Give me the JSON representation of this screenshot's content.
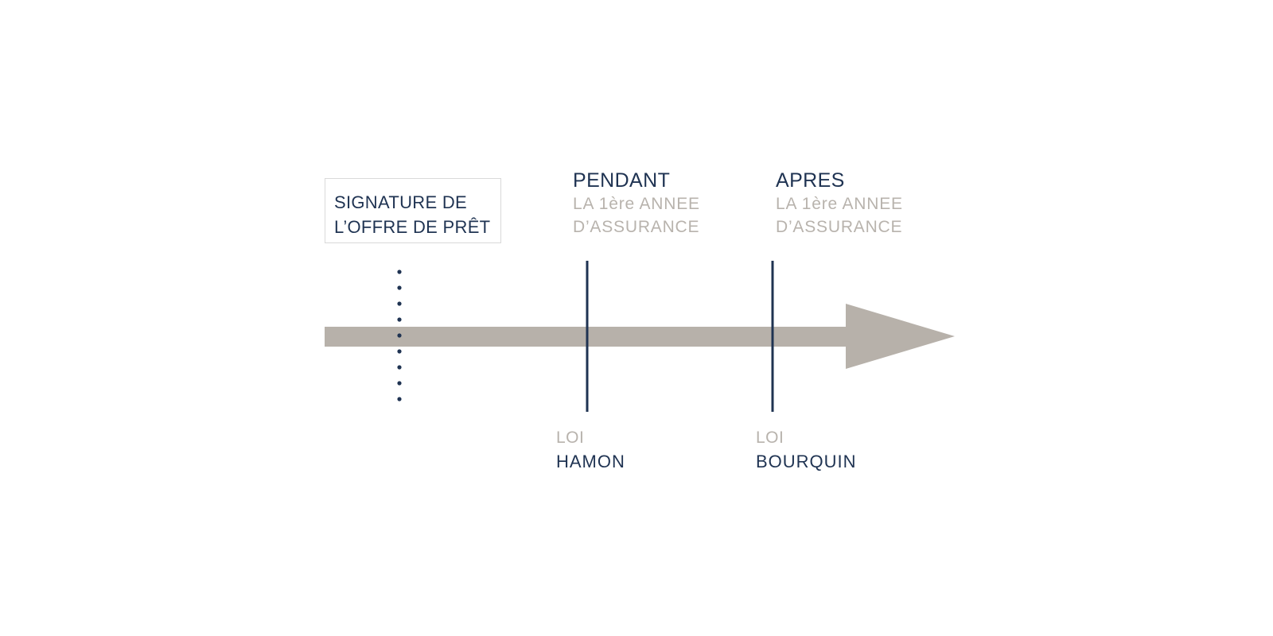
{
  "start": {
    "line1": "SIGNATURE DE",
    "line2": "L’OFFRE DE PRÊT"
  },
  "phases": [
    {
      "title": "PENDANT",
      "sub1": "LA 1ère ANNEE",
      "sub2": "D’ASSURANCE"
    },
    {
      "title": "APRES",
      "sub1": "LA 1ère ANNEE",
      "sub2": "D’ASSURANCE"
    }
  ],
  "laws": [
    {
      "prefix": "LOI",
      "name": "HAMON"
    },
    {
      "prefix": "LOI",
      "name": "BOURQUIN"
    }
  ],
  "colors": {
    "navy": "#1f3352",
    "arrow": "#b7b1aa",
    "muted": "#b8b3ad",
    "box_border": "#d9d9d9"
  }
}
